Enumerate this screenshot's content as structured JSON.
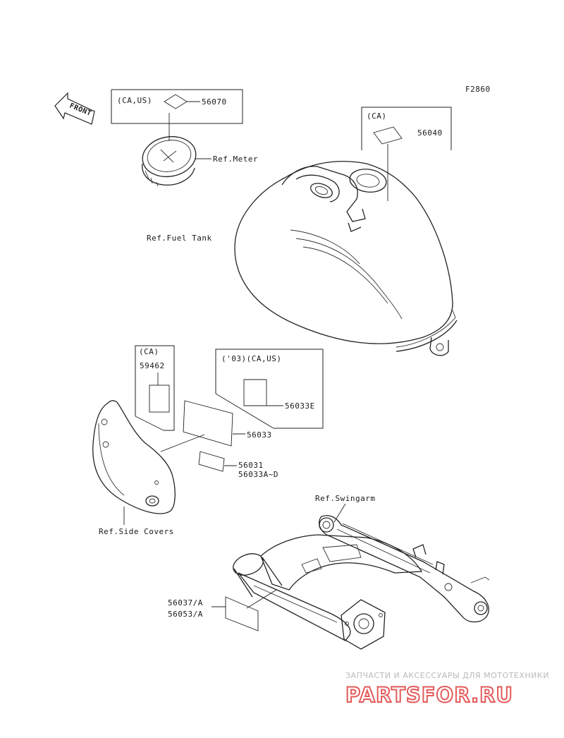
{
  "diagram": {
    "figure_code": "F2860",
    "front_label": "FRONT",
    "boxes": {
      "meter_box": {
        "region": "(CA,US)",
        "part": "56070"
      },
      "tank_box": {
        "region": "(CA)",
        "part": "56040"
      },
      "side_box": {
        "region": "(CA)",
        "part": "59462"
      },
      "year_box": {
        "region": "('03)(CA,US)",
        "part": "56033E"
      }
    },
    "refs": {
      "meter": "Ref.Meter",
      "fuel_tank": "Ref.Fuel Tank",
      "side_covers": "Ref.Side Covers",
      "swingarm": "Ref.Swingarm"
    },
    "parts": {
      "p56033": "56033",
      "p56031": "56031",
      "p56033ad": "56033A~D",
      "p56037": "56037/A",
      "p56053": "56053/A"
    }
  },
  "watermark": {
    "tagline": "ЗАПЧАСТИ И АКСЕССУАРЫ ДЛЯ МОТОТЕХНИКИ",
    "brand": "PARTSFOR.RU",
    "color": "#e35a5a"
  }
}
